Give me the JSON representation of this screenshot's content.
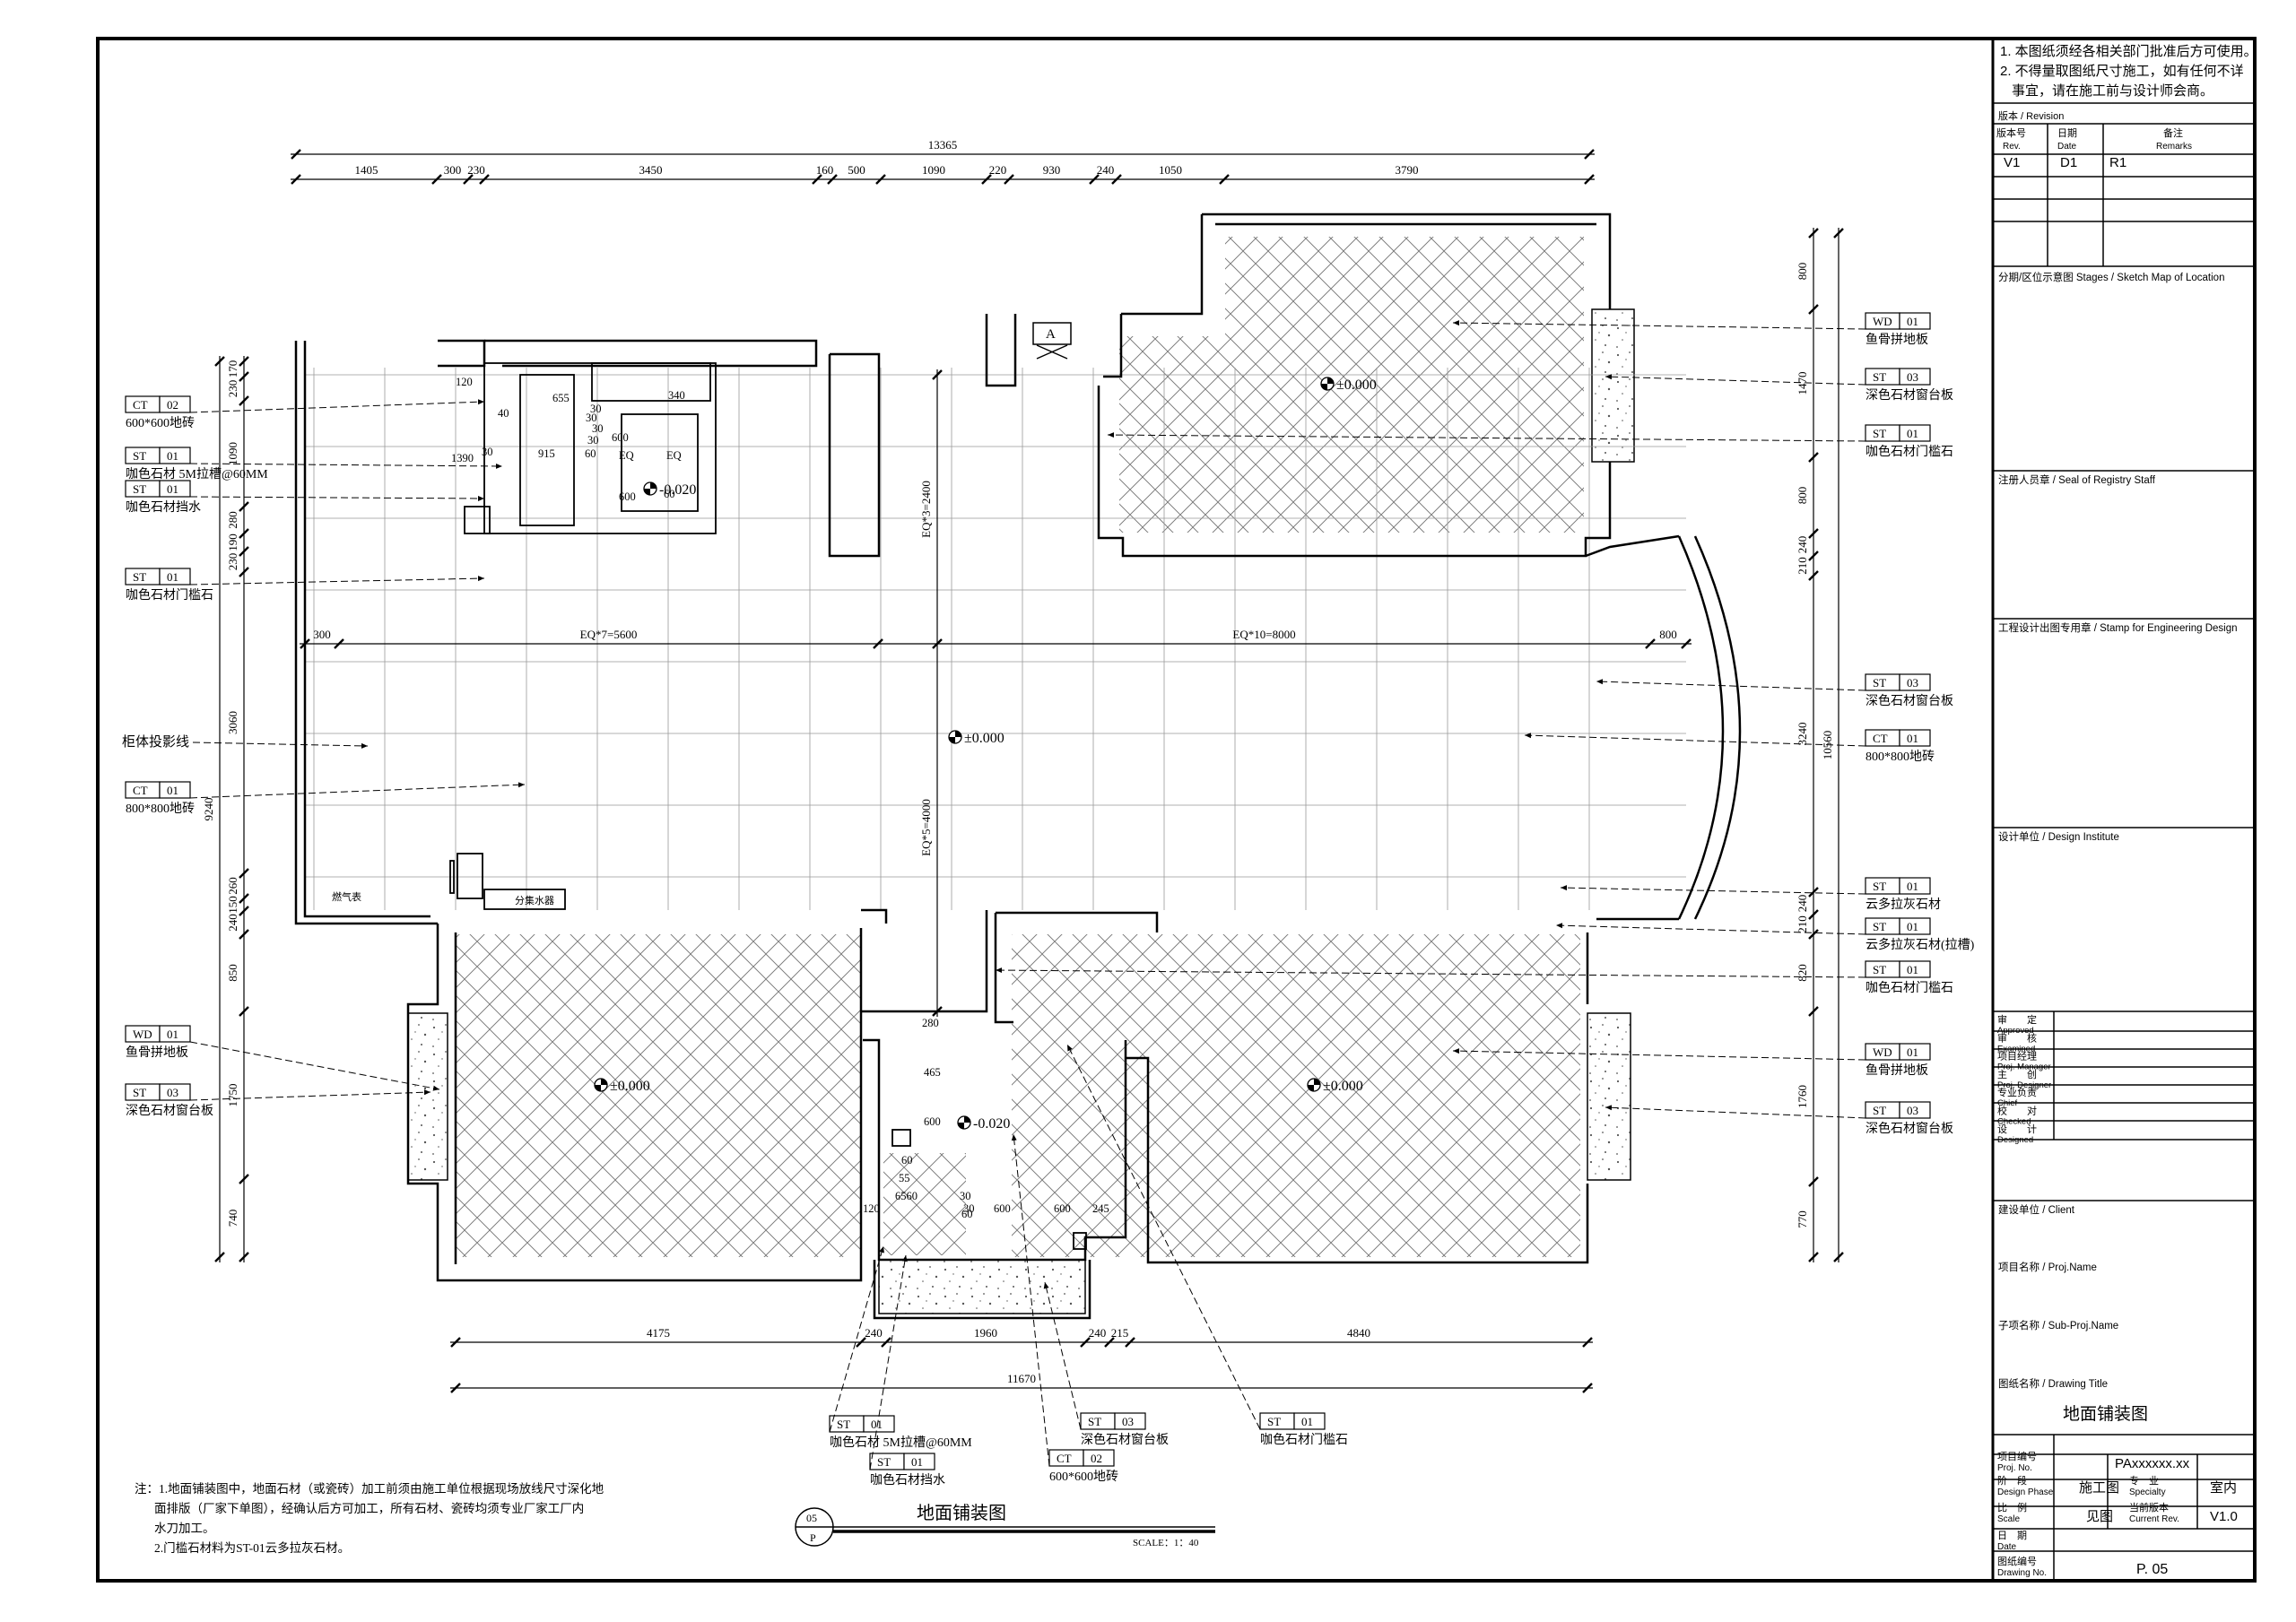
{
  "title_block": {
    "notes": [
      "1. 本图纸须经各相关部门批准后方可使用。",
      "2. 不得量取图纸尺寸施工，如有任何不详",
      "事宜，请在施工前与设计师会商。"
    ],
    "revision_title": "版本 / Revision",
    "rev_headers": {
      "rev_cn": "版本号",
      "rev_en": "Rev.",
      "date_cn": "日期",
      "date_en": "Date",
      "remarks_cn": "备注",
      "remarks_en": "Remarks"
    },
    "rev_values": {
      "rev": "V1",
      "date": "D1",
      "remarks": "R1"
    },
    "stages": "分期/区位示意图 Stages / Sketch Map of Location",
    "seal": "注册人员章 / Seal of Registry Staff",
    "stamp": "工程设计出图专用章 / Stamp for Engineering Design",
    "institute": "设计单位 / Design Institute",
    "approvals": [
      {
        "cn": "审　　定",
        "en": "Approved"
      },
      {
        "cn": "审　　核",
        "en": "Examined"
      },
      {
        "cn": "项目经理",
        "en": "Proj. Manager"
      },
      {
        "cn": "主　　创",
        "en": "Proj. Designer"
      },
      {
        "cn": "专业负责",
        "en": "Chief"
      },
      {
        "cn": "校　　对",
        "en": "Checked"
      },
      {
        "cn": "设　　计",
        "en": "Designed"
      }
    ],
    "client": "建设单位 / Client",
    "proj_name": "项目名称 / Proj.Name",
    "sub_proj": "子项名称 / Sub-Proj.Name",
    "drawing_title_label": "图纸名称 / Drawing Title",
    "drawing_title": "地面铺装图",
    "proj_no": {
      "cn": "项目编号",
      "en": "Proj. No.",
      "value": "PAxxxxxx.xx"
    },
    "phase": {
      "cn": "阶　段",
      "en": "Design Phase",
      "value": "施工图",
      "spec_cn": "专　业",
      "spec_en": "Specialty",
      "spec_value": "室内"
    },
    "scale": {
      "cn": "比　例",
      "en": "Scale",
      "value": "见图",
      "rev_cn": "当前版本",
      "rev_en": "Current Rev.",
      "rev_value": "V1.0"
    },
    "date": {
      "cn": "日　期",
      "en": "Date",
      "value": ""
    },
    "drawing_no": {
      "cn": "图纸编号",
      "en": "Drawing No.",
      "value": "P. 05"
    }
  },
  "plan": {
    "top_dims": {
      "total": "13365",
      "parts": [
        "1405",
        "300",
        "230",
        "3450",
        "160",
        "500",
        "1090",
        "220",
        "930",
        "240",
        "1050",
        "3790"
      ]
    },
    "bottom_dims": {
      "total": "11670",
      "parts": [
        "4175",
        "240",
        "1960",
        "240",
        "215",
        "4840"
      ]
    },
    "left_dims": {
      "total": "9240",
      "parts": [
        "170",
        "230",
        "1090",
        "280",
        "190",
        "230",
        "3060",
        "260",
        "150",
        "240",
        "850",
        "1750",
        "740"
      ]
    },
    "right_dims": {
      "total": "10560",
      "parts": [
        "800",
        "1470",
        "800",
        "240",
        "210",
        "3240",
        "240",
        "210",
        "820",
        "1760",
        "770"
      ]
    },
    "inner_dims": {
      "left300": "300",
      "eq7": "EQ*7=5600",
      "eq10": "EQ*10=8000",
      "right800": "800",
      "eq3": "EQ*3=2400",
      "eq5": "EQ*5=4000"
    },
    "elevations": [
      "±0.000",
      "±0.000",
      "±0.000",
      "±0.000",
      "-0.020",
      "-0.020"
    ],
    "small_dims_top": [
      "120",
      "40",
      "1390",
      "30",
      "915",
      "60",
      "30",
      "30",
      "340",
      "600",
      "EQ",
      "EQ",
      "600",
      "655",
      "30",
      "30",
      "60"
    ],
    "small_dims_bottom": [
      "60",
      "55",
      "465",
      "600",
      "280",
      "6560",
      "30",
      "60",
      "120",
      "600",
      "600",
      "245",
      "30"
    ],
    "fixture_labels": {
      "gas": "燃气表",
      "water": "分集水器"
    },
    "left_tags": [
      {
        "code": "CT",
        "num": "02",
        "text": "600*600地砖"
      },
      {
        "code": "ST",
        "num": "01",
        "text": "咖色石材 5M拉槽@60MM"
      },
      {
        "code": "ST",
        "num": "01",
        "text": "咖色石材挡水"
      },
      {
        "code": "ST",
        "num": "01",
        "text": "咖色石材门槛石"
      },
      {
        "code": "",
        "num": "",
        "text": "柜体投影线"
      },
      {
        "code": "CT",
        "num": "01",
        "text": "800*800地砖"
      },
      {
        "code": "WD",
        "num": "01",
        "text": "鱼骨拼地板"
      },
      {
        "code": "ST",
        "num": "03",
        "text": "深色石材窗台板"
      }
    ],
    "right_tags": [
      {
        "code": "WD",
        "num": "01",
        "text": "鱼骨拼地板"
      },
      {
        "code": "ST",
        "num": "03",
        "text": "深色石材窗台板"
      },
      {
        "code": "ST",
        "num": "01",
        "text": "咖色石材门槛石"
      },
      {
        "code": "ST",
        "num": "03",
        "text": "深色石材窗台板"
      },
      {
        "code": "CT",
        "num": "01",
        "text": "800*800地砖"
      },
      {
        "code": "ST",
        "num": "01",
        "text": "云多拉灰石材"
      },
      {
        "code": "ST",
        "num": "01",
        "text": "云多拉灰石材(拉槽)"
      },
      {
        "code": "ST",
        "num": "01",
        "text": "咖色石材门槛石"
      },
      {
        "code": "WD",
        "num": "01",
        "text": "鱼骨拼地板"
      },
      {
        "code": "ST",
        "num": "03",
        "text": "深色石材窗台板"
      }
    ],
    "bottom_tags": [
      {
        "code": "ST",
        "num": "01",
        "text": "咖色石材 5M拉槽@60MM"
      },
      {
        "code": "ST",
        "num": "01",
        "text": "咖色石材挡水"
      },
      {
        "code": "ST",
        "num": "03",
        "text": "深色石材窗台板"
      },
      {
        "code": "CT",
        "num": "02",
        "text": "600*600地砖"
      },
      {
        "code": "ST",
        "num": "01",
        "text": "咖色石材门槛石"
      }
    ],
    "ac_tag": "A",
    "notes": [
      "注：1.地面铺装图中，地面石材（或瓷砖）加工前须由施工单位根据现场放线尺寸深化地",
      "面排版（厂家下单图），经确认后方可加工，所有石材、瓷砖均须专业厂家工厂内",
      "水刀加工。",
      "2.门槛石材料为ST-01云多拉灰石材。"
    ],
    "plan_title": {
      "num": "05",
      "sheet": "P",
      "name": "地面铺装图",
      "scale": "SCALE：1：40"
    }
  }
}
